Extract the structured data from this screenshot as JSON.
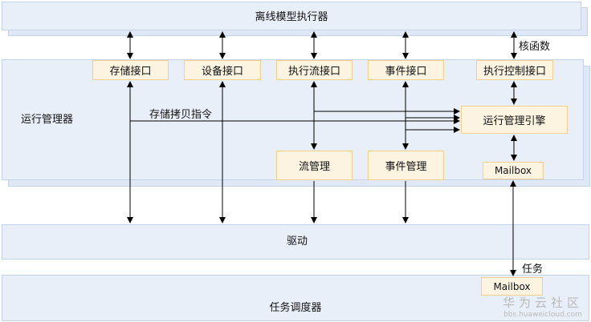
{
  "layers": {
    "offline_executor": "离线模型执行器",
    "runtime_manager": "运行管理器",
    "driver": "驱动",
    "task_scheduler": "任务调度器"
  },
  "interfaces": {
    "storage": "存储接口",
    "device": "设备接口",
    "stream": "执行流接口",
    "event": "事件接口",
    "exec_control": "执行控制接口"
  },
  "modules": {
    "stream_mgmt": "流管理",
    "event_mgmt": "事件管理",
    "engine": "运行管理引擎",
    "mailbox_runtime": "Mailbox",
    "mailbox_scheduler": "Mailbox"
  },
  "edge_labels": {
    "kernel_function": "核函数",
    "storage_copy": "存储拷贝指令",
    "task": "任务"
  },
  "watermark": {
    "logo": "华为云社区",
    "url": "bbs.huaweicloud.com"
  },
  "colors": {
    "layer_fill": "#dfe8f6",
    "box_fill": "#fdf3e1",
    "box_border": "#f3cf8f",
    "arrow": "#000000"
  }
}
